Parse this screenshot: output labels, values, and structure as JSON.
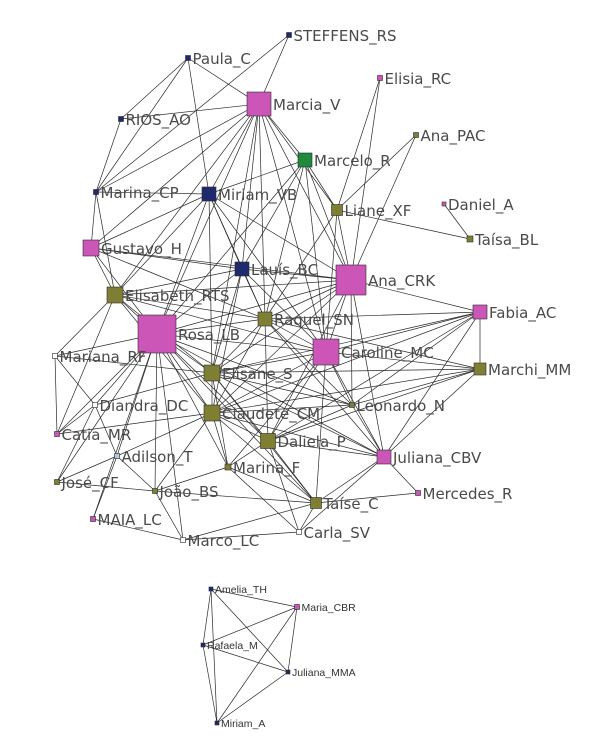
{
  "palette": {
    "magenta": "#cc55b8",
    "olive": "#7f7f33",
    "navy": "#1f2a6e",
    "green": "#1f8a3c",
    "white": "#ffffff",
    "lightblue": "#b8c8e0"
  },
  "nodes": [
    {
      "id": "STEFFENS_RS",
      "label": "STEFFENS_RS",
      "color": "navy",
      "size": 5
    },
    {
      "id": "Paula_C",
      "label": "Paula_C",
      "color": "navy",
      "size": 5
    },
    {
      "id": "Marcia_V",
      "label": "Marcia_V",
      "color": "magenta",
      "size": 24
    },
    {
      "id": "Elisia_RC",
      "label": "Elisia_RC",
      "color": "magenta",
      "size": 5
    },
    {
      "id": "RIOS_AO",
      "label": "RIOS_AO",
      "color": "navy",
      "size": 5
    },
    {
      "id": "Ana_PAC",
      "label": "Ana_PAC",
      "color": "olive",
      "size": 5
    },
    {
      "id": "Marcelo_R",
      "label": "Marcelo_R",
      "color": "green",
      "size": 14
    },
    {
      "id": "Marina_CP",
      "label": "Marina_CP",
      "color": "navy",
      "size": 5
    },
    {
      "id": "Miriam_VB",
      "label": "Miriam_VB",
      "color": "navy",
      "size": 14
    },
    {
      "id": "Liane_XF",
      "label": "Liane_XF",
      "color": "olive",
      "size": 11
    },
    {
      "id": "Daniel_A",
      "label": "Daniel_A",
      "color": "magenta",
      "size": 4
    },
    {
      "id": "Gustavo_H",
      "label": "Gustavo_H",
      "color": "magenta",
      "size": 16
    },
    {
      "id": "Taisa_BL",
      "label": "Taísa_BL",
      "color": "olive",
      "size": 6
    },
    {
      "id": "Lauis_BC",
      "label": "Lauís_BC",
      "color": "navy",
      "size": 14
    },
    {
      "id": "Ana_CRK",
      "label": "Ana_CRK",
      "color": "magenta",
      "size": 30
    },
    {
      "id": "Elisabeth_RTS",
      "label": "Elisabeth_RTS",
      "color": "olive",
      "size": 16
    },
    {
      "id": "Fabia_AC",
      "label": "Fabia_AC",
      "color": "magenta",
      "size": 14
    },
    {
      "id": "Rosa_LB",
      "label": "Rosa_LB",
      "color": "magenta",
      "size": 38
    },
    {
      "id": "Raquel_SN",
      "label": "Raquel_SN",
      "color": "olive",
      "size": 14
    },
    {
      "id": "Caroline_MC",
      "label": "Caroline_MC",
      "color": "magenta",
      "size": 26
    },
    {
      "id": "Mariana_RF",
      "label": "Mariana_RF",
      "color": "white",
      "size": 5
    },
    {
      "id": "Marchi_MM",
      "label": "Marchi_MM",
      "color": "olive",
      "size": 12
    },
    {
      "id": "Elisane_S",
      "label": "Elisane_S",
      "color": "olive",
      "size": 16
    },
    {
      "id": "Diandra_DC",
      "label": "Diandra_DC",
      "color": "white",
      "size": 5
    },
    {
      "id": "Claudete_CM",
      "label": "Claudete_CM",
      "color": "olive",
      "size": 16
    },
    {
      "id": "Leonardo_N",
      "label": "Leonardo_N",
      "color": "olive",
      "size": 5
    },
    {
      "id": "Catia_MR",
      "label": "Catia_MR",
      "color": "magenta",
      "size": 5
    },
    {
      "id": "Daliela_P",
      "label": "Daliela_P",
      "color": "olive",
      "size": 15
    },
    {
      "id": "Adilson_T",
      "label": "Adilson_T",
      "color": "lightblue",
      "size": 5
    },
    {
      "id": "Juliana_CBV",
      "label": "Juliana_CBV",
      "color": "magenta",
      "size": 14
    },
    {
      "id": "Marina_F",
      "label": "Marina_F",
      "color": "olive",
      "size": 6
    },
    {
      "id": "Jose_CF",
      "label": "José_CF",
      "color": "olive",
      "size": 5
    },
    {
      "id": "Joao_BS",
      "label": "João_BS",
      "color": "olive",
      "size": 5
    },
    {
      "id": "Taise_C",
      "label": "Taíse_C",
      "color": "olive",
      "size": 11
    },
    {
      "id": "Mercedes_R",
      "label": "Mercedes_R",
      "color": "magenta",
      "size": 5
    },
    {
      "id": "MAIA_LC",
      "label": "MAIA_LC",
      "color": "magenta",
      "size": 5
    },
    {
      "id": "Marco_LC",
      "label": "Marco_LC",
      "color": "white",
      "size": 5
    },
    {
      "id": "Carla_SV",
      "label": "Carla_SV",
      "color": "white",
      "size": 5
    },
    {
      "id": "Amelia_TH",
      "label": "Amelia_TH",
      "color": "navy",
      "size": 4,
      "small": true
    },
    {
      "id": "Maria_CBR",
      "label": "Maria_CBR",
      "color": "magenta",
      "size": 5,
      "small": true
    },
    {
      "id": "Rafaela_M",
      "label": "Rafaela_M",
      "color": "navy",
      "size": 4,
      "small": true
    },
    {
      "id": "Juliana_MMA",
      "label": "Juliana_MMA",
      "color": "navy",
      "size": 4,
      "small": true
    },
    {
      "id": "Miriam_A",
      "label": "Miriam_A",
      "color": "navy",
      "size": 4,
      "small": true
    }
  ],
  "edges": [
    [
      "Paula_C",
      "Marcia_V"
    ],
    [
      "Paula_C",
      "Marina_CP"
    ],
    [
      "Paula_C",
      "RIOS_AO"
    ],
    [
      "Paula_C",
      "Miriam_VB"
    ],
    [
      "STEFFENS_RS",
      "Marcia_V"
    ],
    [
      "STEFFENS_RS",
      "Marina_CP"
    ],
    [
      "RIOS_AO",
      "Marcia_V"
    ],
    [
      "RIOS_AO",
      "Marina_CP"
    ],
    [
      "Marina_CP",
      "Marcia_V"
    ],
    [
      "Marina_CP",
      "Miriam_VB"
    ],
    [
      "Marina_CP",
      "Gustavo_H"
    ],
    [
      "Marina_CP",
      "Elisabeth_RTS"
    ],
    [
      "Elisia_RC",
      "Ana_CRK"
    ],
    [
      "Elisia_RC",
      "Liane_XF"
    ],
    [
      "Ana_PAC",
      "Ana_CRK"
    ],
    [
      "Ana_PAC",
      "Liane_XF"
    ],
    [
      "Daniel_A",
      "Taisa_BL"
    ],
    [
      "Liane_XF",
      "Taisa_BL"
    ],
    [
      "Marcia_V",
      "Marcelo_R"
    ],
    [
      "Marcia_V",
      "Miriam_VB"
    ],
    [
      "Marcia_V",
      "Liane_XF"
    ],
    [
      "Marcia_V",
      "Lauis_BC"
    ],
    [
      "Marcia_V",
      "Ana_CRK"
    ],
    [
      "Marcia_V",
      "Gustavo_H"
    ],
    [
      "Marcia_V",
      "Elisabeth_RTS"
    ],
    [
      "Marcia_V",
      "Rosa_LB"
    ],
    [
      "Marcia_V",
      "Raquel_SN"
    ],
    [
      "Marcia_V",
      "Caroline_MC"
    ],
    [
      "Marcia_V",
      "Elisane_S"
    ],
    [
      "Marcelo_R",
      "Miriam_VB"
    ],
    [
      "Marcelo_R",
      "Ana_CRK"
    ],
    [
      "Marcelo_R",
      "Lauis_BC"
    ],
    [
      "Marcelo_R",
      "Rosa_LB"
    ],
    [
      "Marcelo_R",
      "Caroline_MC"
    ],
    [
      "Marcelo_R",
      "Liane_XF"
    ],
    [
      "Marcelo_R",
      "Raquel_SN"
    ],
    [
      "Miriam_VB",
      "Gustavo_H"
    ],
    [
      "Miriam_VB",
      "Lauis_BC"
    ],
    [
      "Miriam_VB",
      "Ana_CRK"
    ],
    [
      "Miriam_VB",
      "Rosa_LB"
    ],
    [
      "Miriam_VB",
      "Elisabeth_RTS"
    ],
    [
      "Miriam_VB",
      "Raquel_SN"
    ],
    [
      "Miriam_VB",
      "Caroline_MC"
    ],
    [
      "Miriam_VB",
      "Elisane_S"
    ],
    [
      "Liane_XF",
      "Ana_CRK"
    ],
    [
      "Liane_XF",
      "Caroline_MC"
    ],
    [
      "Liane_XF",
      "Raquel_SN"
    ],
    [
      "Gustavo_H",
      "Lauis_BC"
    ],
    [
      "Gustavo_H",
      "Ana_CRK"
    ],
    [
      "Gustavo_H",
      "Elisabeth_RTS"
    ],
    [
      "Gustavo_H",
      "Rosa_LB"
    ],
    [
      "Gustavo_H",
      "Raquel_SN"
    ],
    [
      "Lauis_BC",
      "Ana_CRK"
    ],
    [
      "Lauis_BC",
      "Elisabeth_RTS"
    ],
    [
      "Lauis_BC",
      "Rosa_LB"
    ],
    [
      "Lauis_BC",
      "Raquel_SN"
    ],
    [
      "Lauis_BC",
      "Caroline_MC"
    ],
    [
      "Lauis_BC",
      "Claudete_CM"
    ],
    [
      "Lauis_BC",
      "Elisane_S"
    ],
    [
      "Ana_CRK",
      "Elisabeth_RTS"
    ],
    [
      "Ana_CRK",
      "Rosa_LB"
    ],
    [
      "Ana_CRK",
      "Raquel_SN"
    ],
    [
      "Ana_CRK",
      "Caroline_MC"
    ],
    [
      "Ana_CRK",
      "Fabia_AC"
    ],
    [
      "Ana_CRK",
      "Elisane_S"
    ],
    [
      "Ana_CRK",
      "Claudete_CM"
    ],
    [
      "Ana_CRK",
      "Juliana_CBV"
    ],
    [
      "Ana_CRK",
      "Leonardo_N"
    ],
    [
      "Ana_CRK",
      "Daliela_P"
    ],
    [
      "Elisabeth_RTS",
      "Rosa_LB"
    ],
    [
      "Elisabeth_RTS",
      "Raquel_SN"
    ],
    [
      "Elisabeth_RTS",
      "Mariana_RF"
    ],
    [
      "Elisabeth_RTS",
      "Elisane_S"
    ],
    [
      "Elisabeth_RTS",
      "Claudete_CM"
    ],
    [
      "Elisabeth_RTS",
      "Caroline_MC"
    ],
    [
      "Elisabeth_RTS",
      "Catia_MR"
    ],
    [
      "Rosa_LB",
      "Raquel_SN"
    ],
    [
      "Rosa_LB",
      "Caroline_MC"
    ],
    [
      "Rosa_LB",
      "Mariana_RF"
    ],
    [
      "Rosa_LB",
      "Elisane_S"
    ],
    [
      "Rosa_LB",
      "Diandra_DC"
    ],
    [
      "Rosa_LB",
      "Claudete_CM"
    ],
    [
      "Rosa_LB",
      "Catia_MR"
    ],
    [
      "Rosa_LB",
      "Adilson_T"
    ],
    [
      "Rosa_LB",
      "Daliela_P"
    ],
    [
      "Rosa_LB",
      "Marina_F"
    ],
    [
      "Rosa_LB",
      "Jose_CF"
    ],
    [
      "Rosa_LB",
      "Joao_BS"
    ],
    [
      "Rosa_LB",
      "MAIA_LC"
    ],
    [
      "Rosa_LB",
      "Marco_LC"
    ],
    [
      "Rosa_LB",
      "Juliana_CBV"
    ],
    [
      "Rosa_LB",
      "Taise_C"
    ],
    [
      "Rosa_LB",
      "Leonardo_N"
    ],
    [
      "Raquel_SN",
      "Caroline_MC"
    ],
    [
      "Raquel_SN",
      "Fabia_AC"
    ],
    [
      "Raquel_SN",
      "Elisane_S"
    ],
    [
      "Raquel_SN",
      "Claudete_CM"
    ],
    [
      "Raquel_SN",
      "Daliela_P"
    ],
    [
      "Raquel_SN",
      "Marchi_MM"
    ],
    [
      "Raquel_SN",
      "Leonardo_N"
    ],
    [
      "Raquel_SN",
      "Juliana_CBV"
    ],
    [
      "Caroline_MC",
      "Fabia_AC"
    ],
    [
      "Caroline_MC",
      "Marchi_MM"
    ],
    [
      "Caroline_MC",
      "Elisane_S"
    ],
    [
      "Caroline_MC",
      "Claudete_CM"
    ],
    [
      "Caroline_MC",
      "Daliela_P"
    ],
    [
      "Caroline_MC",
      "Leonardo_N"
    ],
    [
      "Caroline_MC",
      "Juliana_CBV"
    ],
    [
      "Caroline_MC",
      "Taise_C"
    ],
    [
      "Caroline_MC",
      "Marina_F"
    ],
    [
      "Fabia_AC",
      "Marchi_MM"
    ],
    [
      "Fabia_AC",
      "Elisane_S"
    ],
    [
      "Fabia_AC",
      "Claudete_CM"
    ],
    [
      "Fabia_AC",
      "Leonardo_N"
    ],
    [
      "Fabia_AC",
      "Daliela_P"
    ],
    [
      "Fabia_AC",
      "Juliana_CBV"
    ],
    [
      "Marchi_MM",
      "Elisane_S"
    ],
    [
      "Marchi_MM",
      "Claudete_CM"
    ],
    [
      "Marchi_MM",
      "Leonardo_N"
    ],
    [
      "Marchi_MM",
      "Juliana_CBV"
    ],
    [
      "Marchi_MM",
      "Daliela_P"
    ],
    [
      "Elisane_S",
      "Claudete_CM"
    ],
    [
      "Elisane_S",
      "Mariana_RF"
    ],
    [
      "Elisane_S",
      "Daliela_P"
    ],
    [
      "Elisane_S",
      "Leonardo_N"
    ],
    [
      "Elisane_S",
      "Juliana_CBV"
    ],
    [
      "Elisane_S",
      "Marina_F"
    ],
    [
      "Elisane_S",
      "Taise_C"
    ],
    [
      "Elisane_S",
      "Diandra_DC"
    ],
    [
      "Claudete_CM",
      "Daliela_P"
    ],
    [
      "Claudete_CM",
      "Juliana_CBV"
    ],
    [
      "Claudete_CM",
      "Taise_C"
    ],
    [
      "Claudete_CM",
      "Marina_F"
    ],
    [
      "Claudete_CM",
      "Catia_MR"
    ],
    [
      "Claudete_CM",
      "Adilson_T"
    ],
    [
      "Claudete_CM",
      "Joao_BS"
    ],
    [
      "Claudete_CM",
      "Leonardo_N"
    ],
    [
      "Daliela_P",
      "Juliana_CBV"
    ],
    [
      "Daliela_P",
      "Taise_C"
    ],
    [
      "Daliela_P",
      "Marina_F"
    ],
    [
      "Daliela_P",
      "Carla_SV"
    ],
    [
      "Daliela_P",
      "Leonardo_N"
    ],
    [
      "Juliana_CBV",
      "Mercedes_R"
    ],
    [
      "Juliana_CBV",
      "Taise_C"
    ],
    [
      "Juliana_CBV",
      "Leonardo_N"
    ],
    [
      "Juliana_CBV",
      "Carla_SV"
    ],
    [
      "Taise_C",
      "Marco_LC"
    ],
    [
      "Taise_C",
      "Carla_SV"
    ],
    [
      "Taise_C",
      "Marina_F"
    ],
    [
      "Taise_C",
      "Mercedes_R"
    ],
    [
      "Taise_C",
      "Joao_BS"
    ],
    [
      "Marina_F",
      "Carla_SV"
    ],
    [
      "Marina_F",
      "Joao_BS"
    ],
    [
      "Mariana_RF",
      "Catia_MR"
    ],
    [
      "Mariana_RF",
      "Diandra_DC"
    ],
    [
      "Diandra_DC",
      "Catia_MR"
    ],
    [
      "Diandra_DC",
      "Adilson_T"
    ],
    [
      "Diandra_DC",
      "Jose_CF"
    ],
    [
      "Adilson_T",
      "Jose_CF"
    ],
    [
      "Adilson_T",
      "Joao_BS"
    ],
    [
      "Adilson_T",
      "MAIA_LC"
    ],
    [
      "Jose_CF",
      "Joao_BS"
    ],
    [
      "Joao_BS",
      "Marco_LC"
    ],
    [
      "MAIA_LC",
      "Marco_LC"
    ],
    [
      "Marco_LC",
      "Carla_SV"
    ],
    [
      "Amelia_TH",
      "Maria_CBR"
    ],
    [
      "Amelia_TH",
      "Rafaela_M"
    ],
    [
      "Amelia_TH",
      "Juliana_MMA"
    ],
    [
      "Amelia_TH",
      "Miriam_A"
    ],
    [
      "Maria_CBR",
      "Rafaela_M"
    ],
    [
      "Maria_CBR",
      "Juliana_MMA"
    ],
    [
      "Maria_CBR",
      "Miriam_A"
    ],
    [
      "Rafaela_M",
      "Juliana_MMA"
    ],
    [
      "Rafaela_M",
      "Miriam_A"
    ],
    [
      "Juliana_MMA",
      "Miriam_A"
    ]
  ]
}
